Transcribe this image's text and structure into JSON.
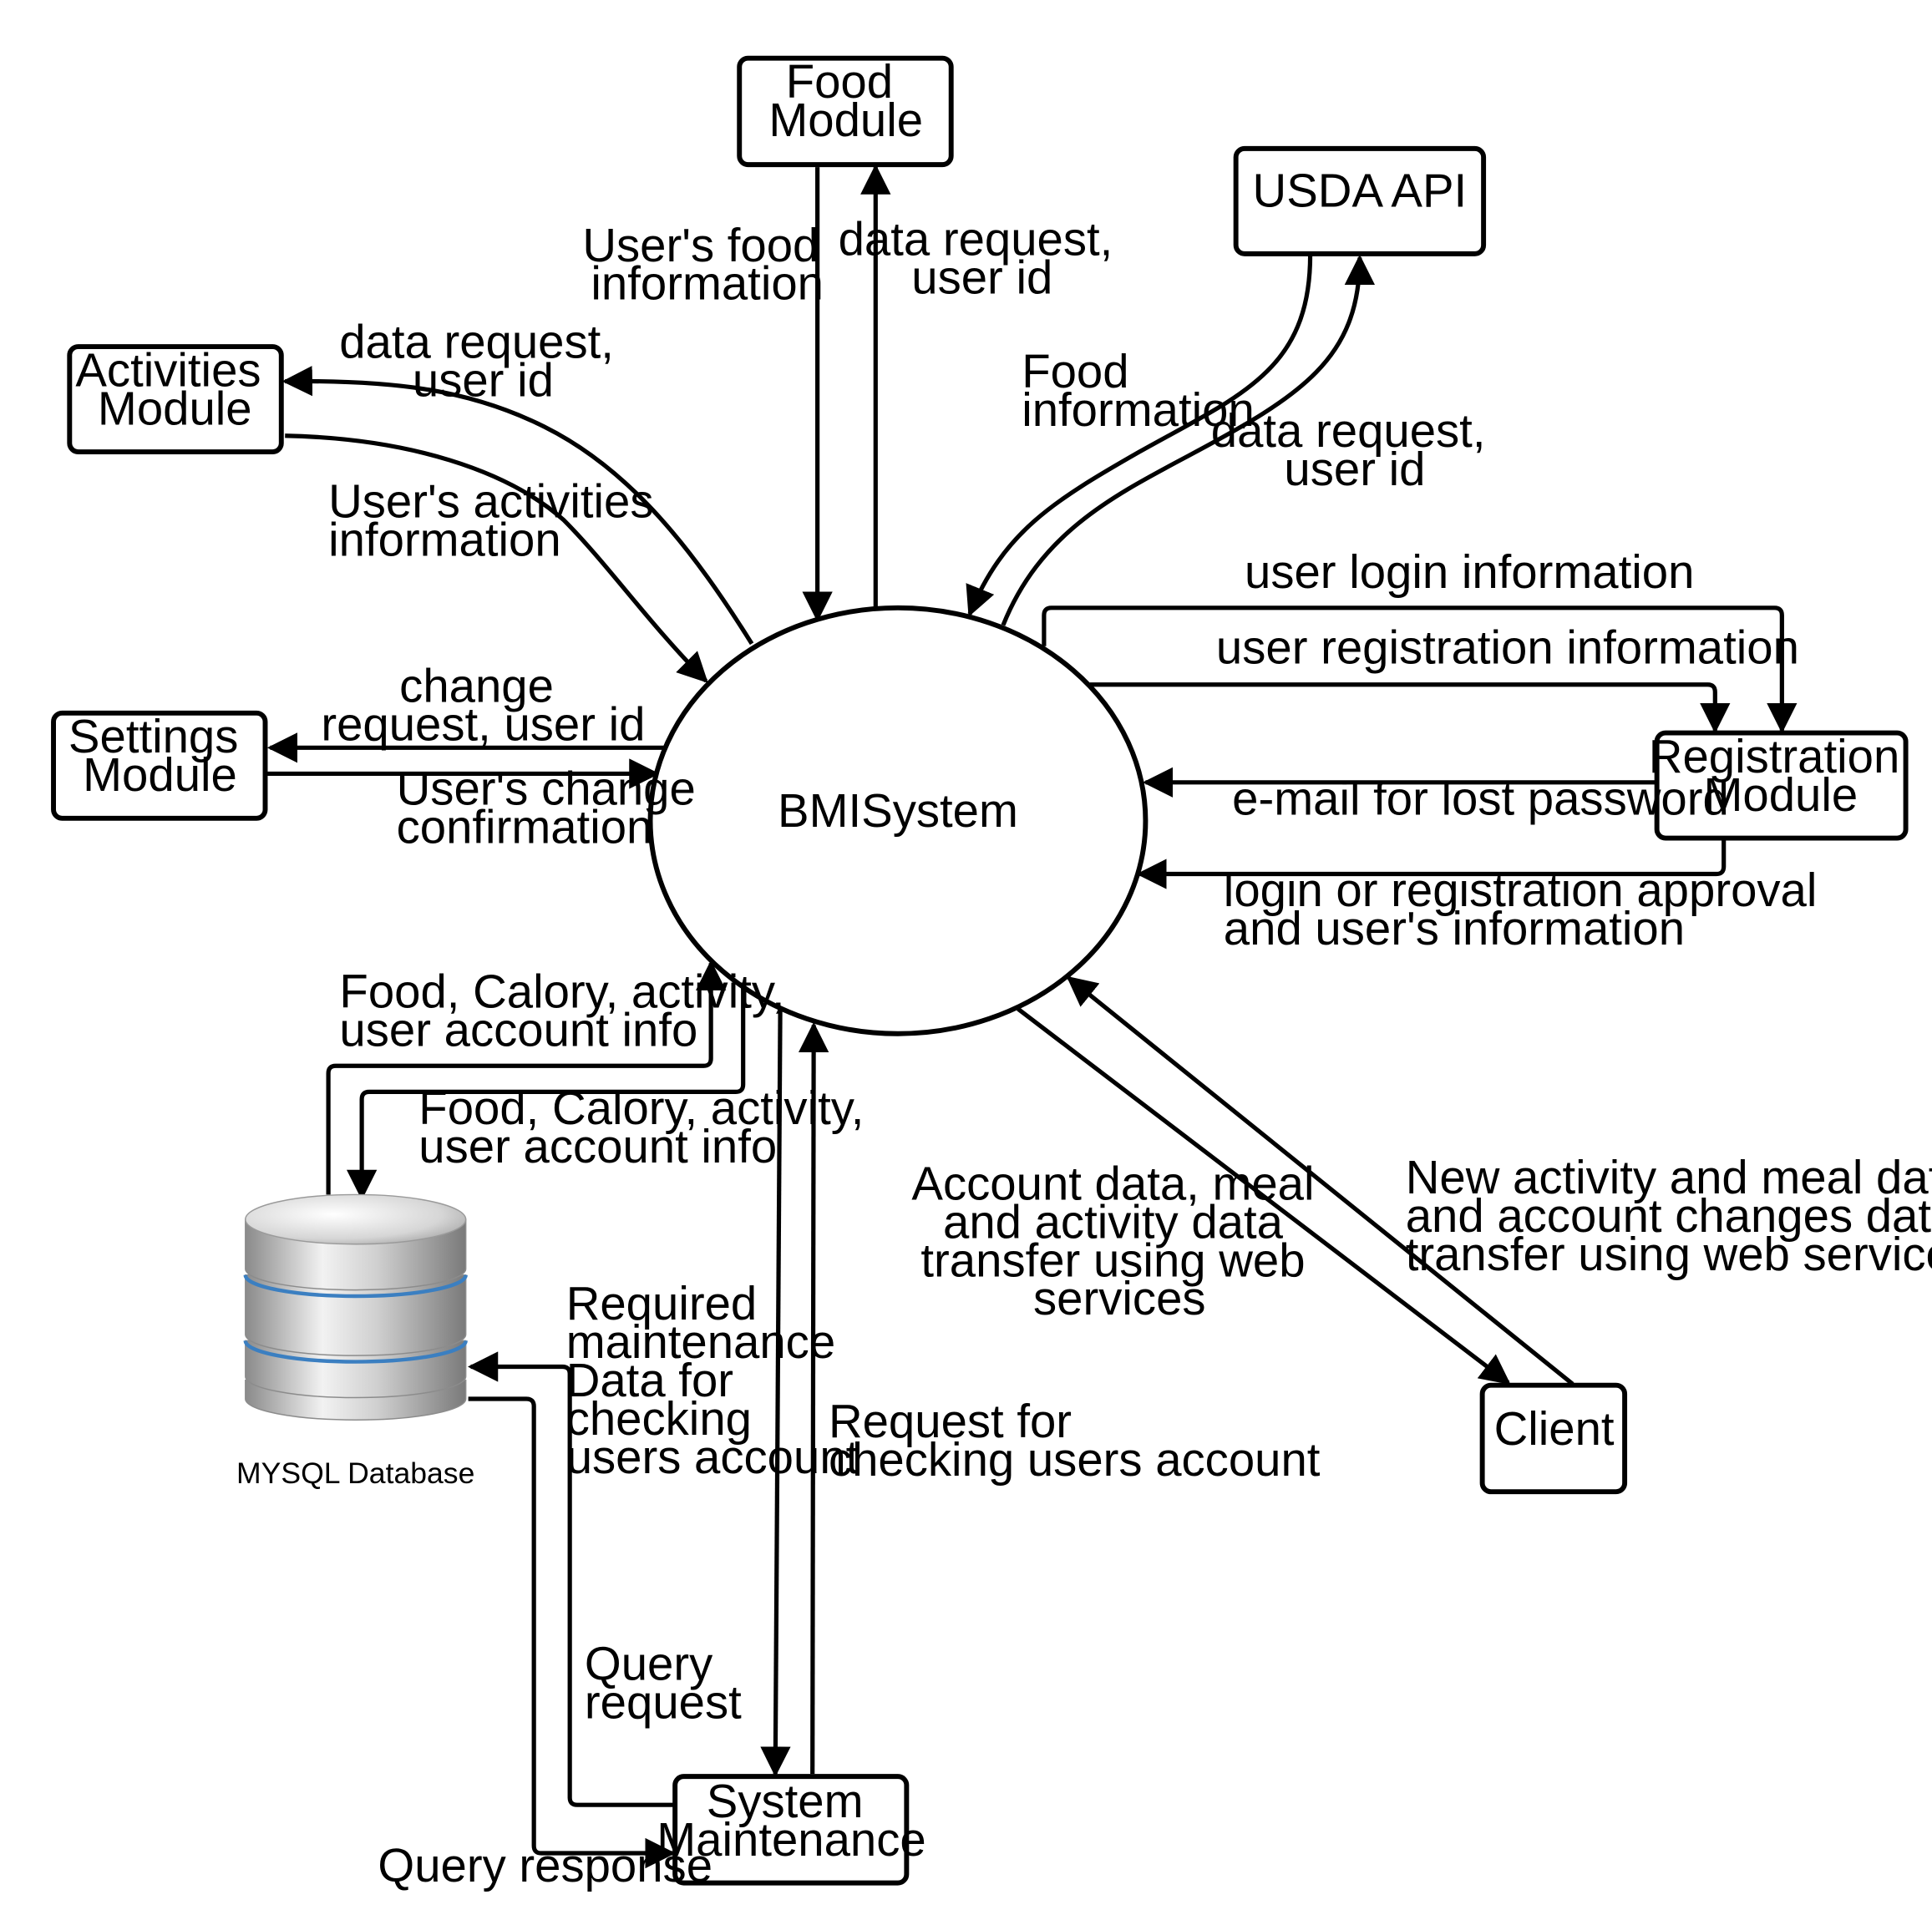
{
  "center": {
    "label": "BMISystem"
  },
  "nodes": {
    "food": [
      "Food",
      "Module"
    ],
    "usda": [
      "USDA API"
    ],
    "activities": [
      "Activities",
      "Module"
    ],
    "settings": [
      "Settings",
      "Module"
    ],
    "registration": [
      "Registration",
      "Module"
    ],
    "client": [
      "Client"
    ],
    "maintenance": [
      "System",
      "Maintenance"
    ],
    "database": [
      "MYSQL Database"
    ]
  },
  "flows": {
    "food_out": [
      "User's food",
      "information"
    ],
    "food_in": [
      "data request,",
      "user id"
    ],
    "usda_out": [
      "Food",
      "information"
    ],
    "usda_in": [
      "data request,",
      "user id"
    ],
    "activities_in": [
      "data request,",
      "user id"
    ],
    "activities_out": [
      "User's activities",
      "information"
    ],
    "settings_in": [
      "change",
      "request, user id"
    ],
    "settings_out": [
      "User's change",
      "confirmation"
    ],
    "reg_login": [
      "user login information"
    ],
    "reg_register": [
      "user registration information"
    ],
    "reg_email": [
      "e-mail for lost password"
    ],
    "reg_approval": [
      "login or registration approval",
      "and user's information"
    ],
    "db_out": [
      "Food, Calory, activity,",
      "user account info"
    ],
    "db_in": [
      "Food, Calory, activity,",
      "user account info"
    ],
    "client_in": [
      "Account data, meal",
      "and activity data",
      "transfer using web",
      "services"
    ],
    "client_out": [
      "New activity and meal data",
      "and account changes data",
      "transfer using web services"
    ],
    "maint_required": [
      "Required",
      "maintenance",
      "Data for",
      "checking",
      "users account"
    ],
    "maint_request": [
      "Request for",
      "checking users account"
    ],
    "query_request": [
      "Query",
      "request"
    ],
    "query_response": [
      "Query response"
    ]
  }
}
